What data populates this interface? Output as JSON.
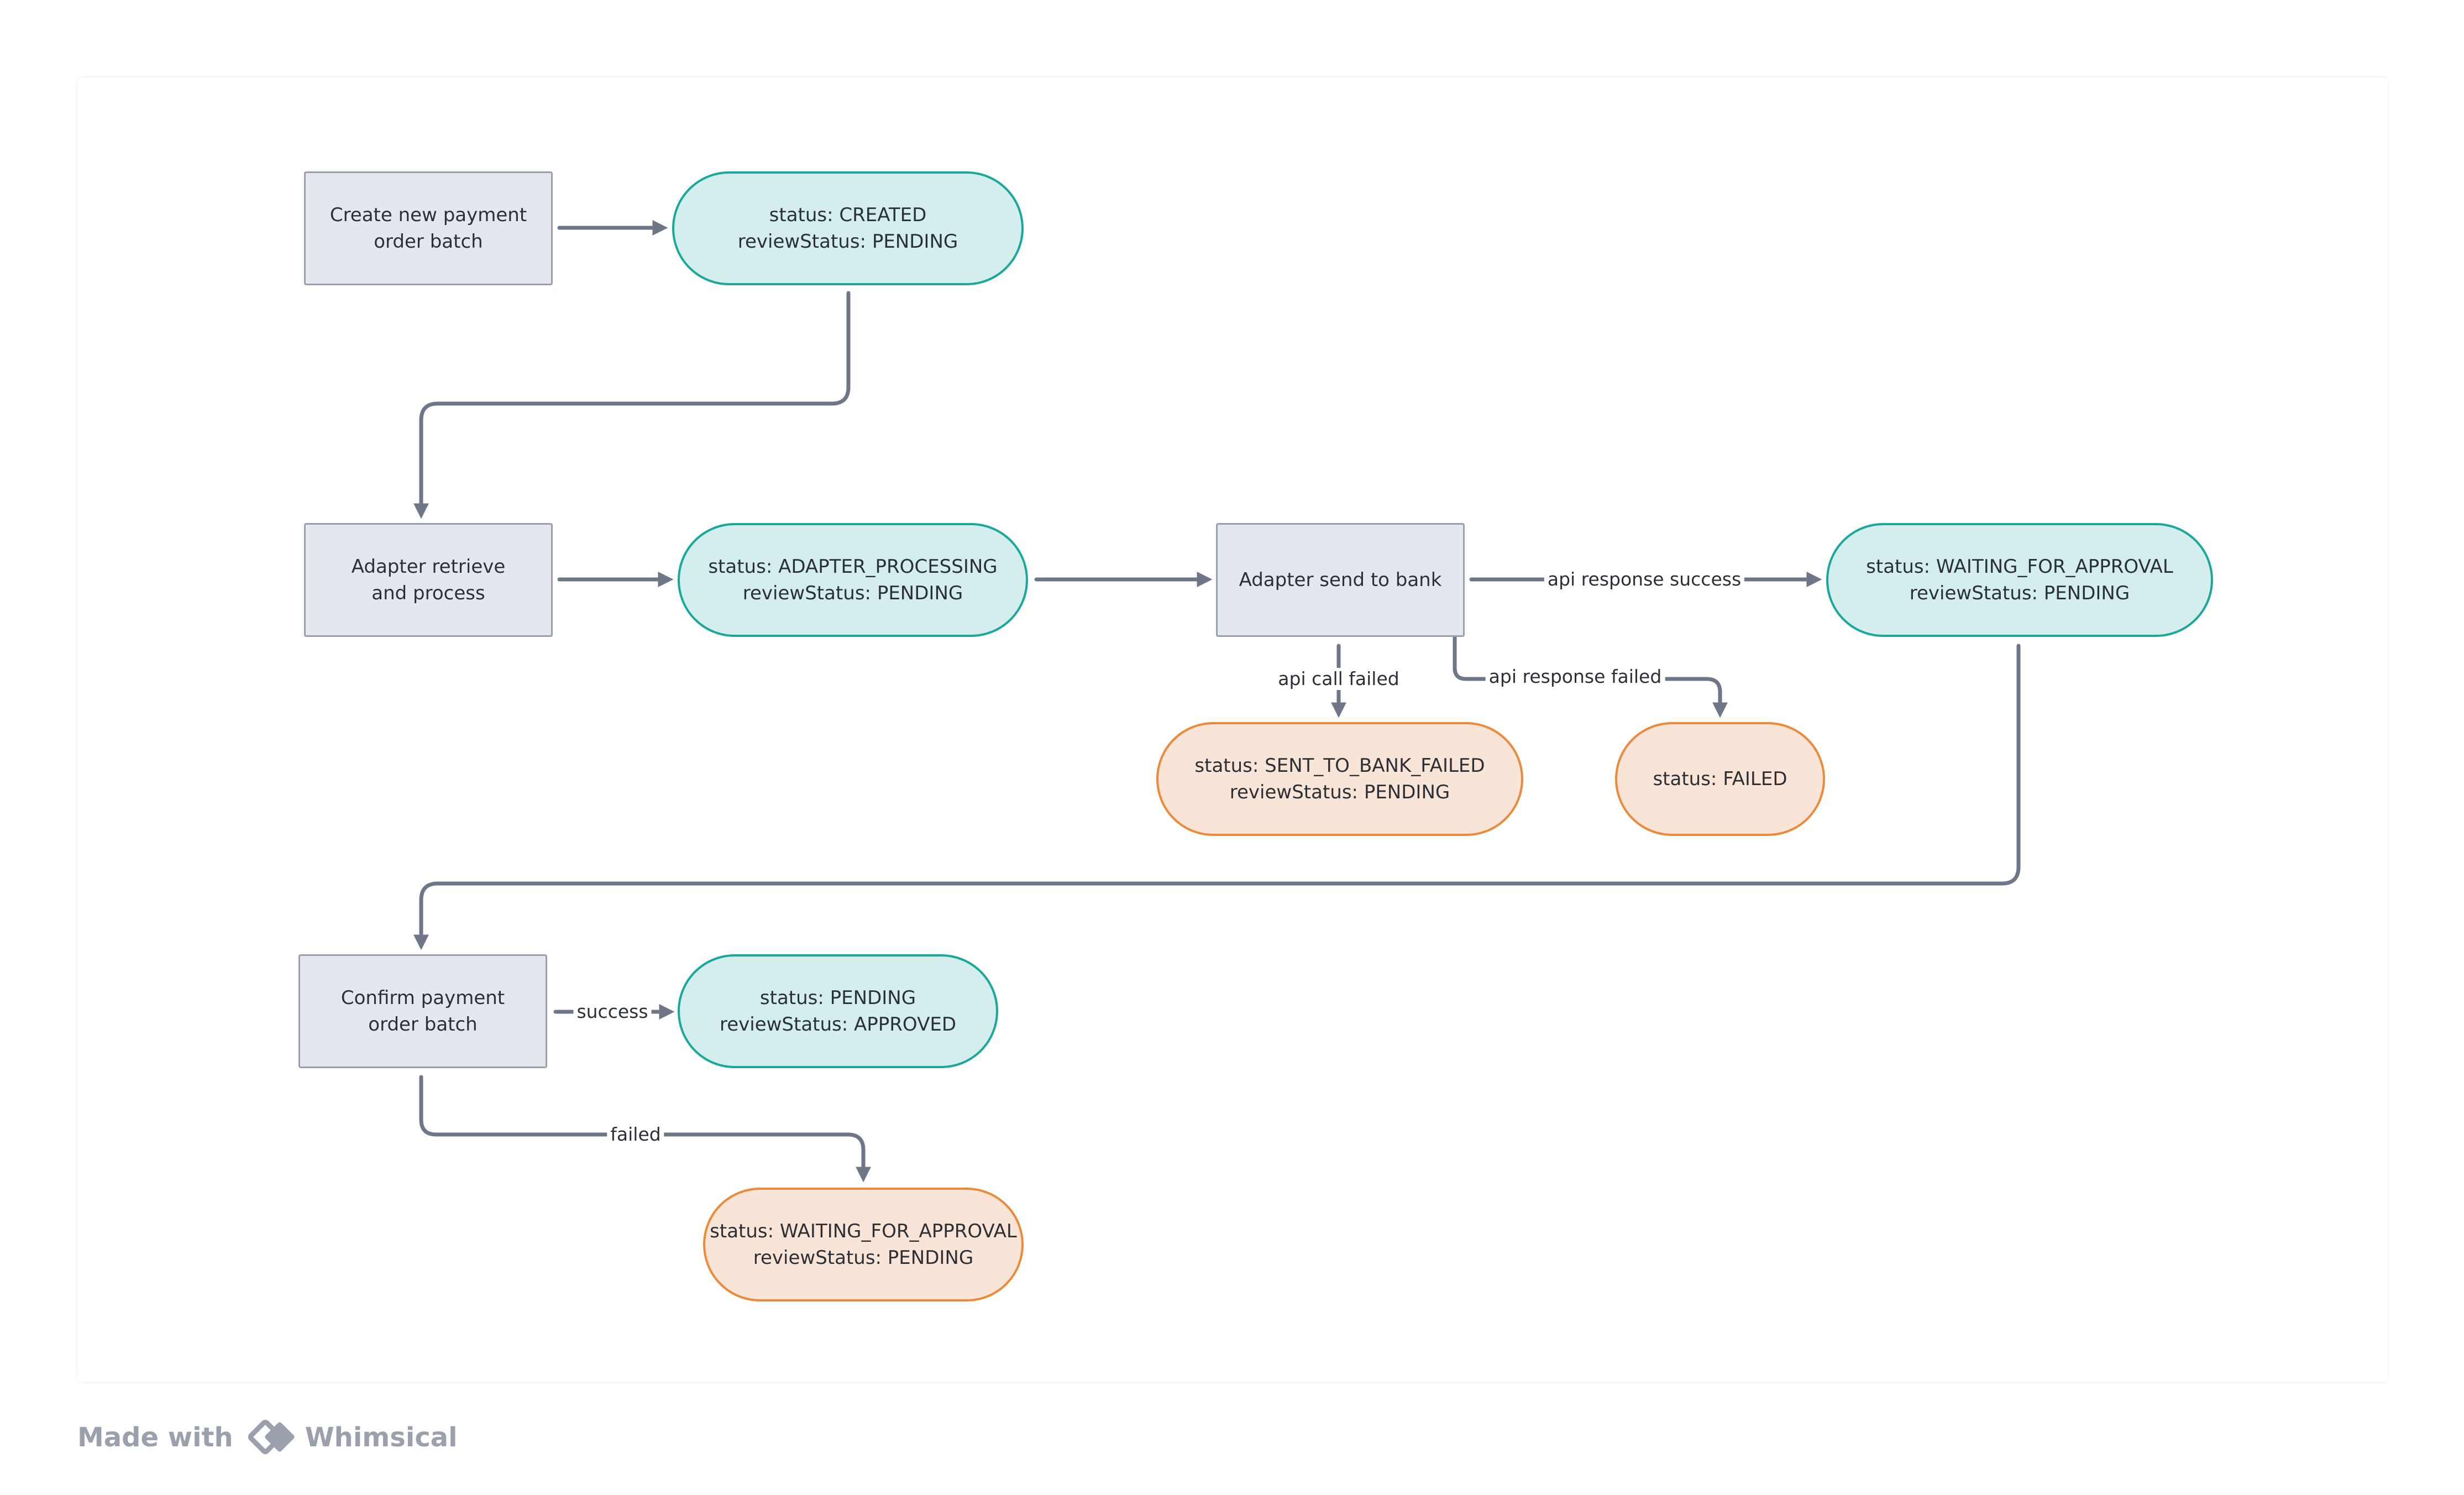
{
  "nodes": {
    "create_batch": "Create new payment\norder batch",
    "status_created": "status: CREATED\nreviewStatus: PENDING",
    "adapter_retrieve": "Adapter retrieve\nand process",
    "status_adapter_processing": "status: ADAPTER_PROCESSING\nreviewStatus: PENDING",
    "adapter_send": "Adapter send to bank",
    "status_waiting_approval": "status: WAITING_FOR_APPROVAL\nreviewStatus:  PENDING",
    "status_sent_failed": "status: SENT_TO_BANK_FAILED\nreviewStatus: PENDING",
    "status_failed": "status: FAILED",
    "confirm_batch": "Confirm payment\norder batch",
    "status_pending_approved": "status: PENDING\nreviewStatus: APPROVED",
    "status_waiting_approval_failed": "status: WAITING_FOR_APPROVAL\nreviewStatus:  PENDING"
  },
  "edge_labels": {
    "api_success": "api response success",
    "api_call_failed": "api call failed",
    "api_response_failed": "api response failed",
    "success": "success",
    "failed": "failed"
  },
  "colors": {
    "process_fill": "#e4e7ee",
    "process_border": "#9aa1ad",
    "success_fill": "#d3eeec",
    "success_border": "#1aa89b",
    "failure_fill": "#f9e4d8",
    "failure_border": "#ec8a3a",
    "connector": "#6e7787"
  },
  "footer": {
    "made_with": "Made with",
    "brand": "Whimsical"
  }
}
